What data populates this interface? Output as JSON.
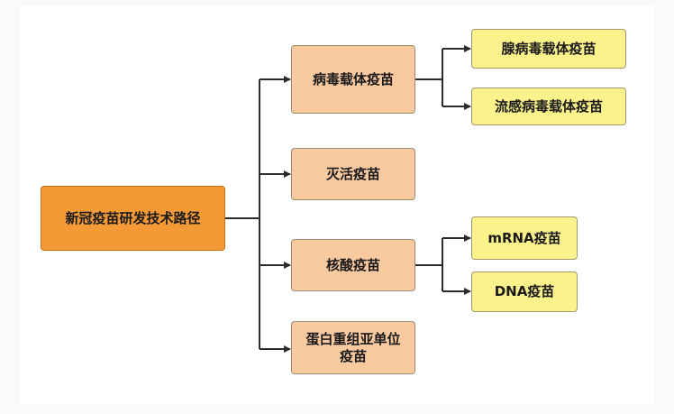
{
  "diagram": {
    "root": {
      "label": "新冠疫苗研发技术路径"
    },
    "branches": [
      {
        "label": "病毒载体疫苗",
        "children": [
          {
            "label": "腺病毒载体疫苗"
          },
          {
            "label": "流感病毒载体疫苗"
          }
        ]
      },
      {
        "label": "灭活疫苗",
        "children": []
      },
      {
        "label": "核酸疫苗",
        "children": [
          {
            "label": "mRNA疫苗"
          },
          {
            "label": "DNA疫苗"
          }
        ]
      },
      {
        "label": "蛋白重组亚单位疫苗",
        "children": []
      }
    ]
  },
  "colors": {
    "root_fill": "#f39a37",
    "level1_fill": "#f9c9a0",
    "level2_fill": "#fbf28c",
    "connector": "#2b2b2b"
  }
}
